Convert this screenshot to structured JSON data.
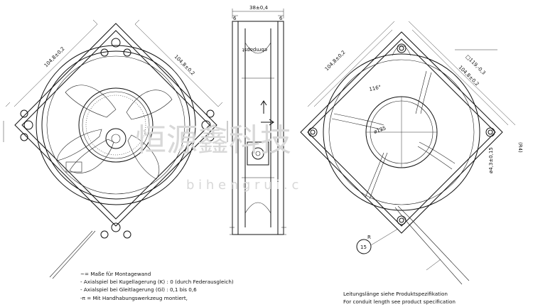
{
  "front_view": {
    "dim_left": "104,8±0,2",
    "dim_right": "104,8±0,2"
  },
  "side_view": {
    "dim_total": "38±0,4",
    "dim_left_flange": "6",
    "dim_right_flange": "6",
    "brand_label": "ebmpapst"
  },
  "rear_view": {
    "dim_square": "□119,-0,3",
    "dim_outer": "104,8±0,2",
    "dim_inner": "104,8±0,2",
    "angle": "116°",
    "diameter": "ø125",
    "right_small": "(R4)",
    "mount_hole": "ø4,3±0,15",
    "item_number": "15",
    "item_letter": "R"
  },
  "notes": {
    "line1": "~= Maße für Montagewand",
    "line2": "- Axialspiel bei Kugellagerung (K) : 0 (durch Federausgleich)",
    "line3": "- Axialspiel bei Gleitlagerung (Gl) : 0,1 bis 0,6",
    "line4": "-π = Mit Handhabungswerkzeug montiert,"
  },
  "conduit_note": {
    "line1": "Leitungslänge siehe Produktspezifikation",
    "line2": "For conduit length see product specification"
  },
  "watermark": {
    "text_cn": "恒源鑫科技",
    "url": "b i h e n g r u i . c"
  }
}
